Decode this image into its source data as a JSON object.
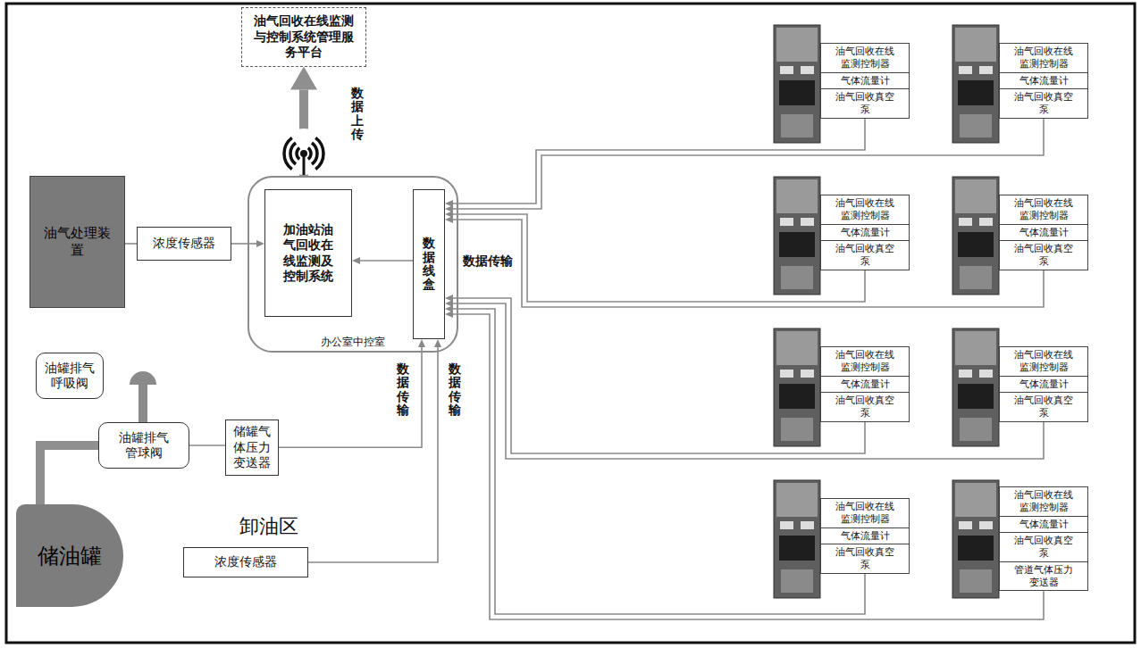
{
  "diagram": {
    "nodes": [
      {
        "text": [
          "油气回收在线监测与控制系统管理服务平台"
        ]
      },
      {
        "text": [
          "油气处理装置"
        ]
      },
      {
        "text": [
          "浓度传感器"
        ]
      },
      {
        "text": [
          "办公室中控室"
        ]
      },
      {
        "text": [
          "加油站油气回收在线监测及控制系统"
        ],
        "in": 3
      },
      {
        "text": [
          "数据线盒"
        ],
        "in": 3
      },
      {
        "text": [
          "油气回收在线监测控制器",
          "气体流量计",
          "油气回收真空泵"
        ]
      },
      {
        "text": [
          "油气回收在线监测控制器",
          "气体流量计",
          "油气回收真空泵"
        ]
      },
      {
        "text": [
          "油气回收在线监测控制器",
          "气体流量计",
          "油气回收真空泵"
        ]
      },
      {
        "text": [
          "油气回收在线监测控制器",
          "气体流量计",
          "油气回收真空泵"
        ]
      },
      {
        "text": [
          "油气回收在线监测控制器",
          "气体流量计",
          "油气回收真空泵"
        ]
      },
      {
        "text": [
          "油气回收在线监测控制器",
          "气体流量计",
          "油气回收真空泵"
        ]
      },
      {
        "text": [
          "油气回收在线监测控制器",
          "气体流量计",
          "油气回收真空泵"
        ]
      },
      {
        "text": [
          "油气回收在线监测控制器",
          "气体流量计",
          "油气回收真空泵",
          "管道气体压力变送器"
        ]
      },
      {
        "text": [
          "油罐排气呼吸阀"
        ]
      },
      {
        "text": [
          "油罐排气管球阀"
        ]
      },
      {
        "text": [
          "储罐气体压力变送器"
        ]
      },
      {
        "text": [
          "储油罐"
        ]
      },
      {
        "text": [
          "卸油区",
          "浓度传感器"
        ]
      }
    ],
    "edges": [
      {
        "from": 3,
        "to": 0,
        "arrow": "to",
        "label": "数据上传"
      },
      {
        "from": 1,
        "to": 2,
        "arrow": "none"
      },
      {
        "from": 2,
        "to": 4,
        "arrow": "to"
      },
      {
        "from": 5,
        "to": 4,
        "arrow": "to"
      },
      {
        "from": 6,
        "to": 5,
        "arrow": "to"
      },
      {
        "from": 7,
        "to": 5,
        "arrow": "to"
      },
      {
        "from": 8,
        "to": 5,
        "arrow": "to"
      },
      {
        "from": 9,
        "to": 5,
        "arrow": "to"
      },
      {
        "from": 10,
        "to": 5,
        "arrow": "to"
      },
      {
        "from": 11,
        "to": 5,
        "arrow": "to"
      },
      {
        "from": 12,
        "to": 5,
        "arrow": "to"
      },
      {
        "from": 13,
        "to": 5,
        "arrow": "to"
      },
      {
        "from": 16,
        "to": 5,
        "arrow": "to",
        "label": "数据传输"
      },
      {
        "from": 18,
        "to": 5,
        "arrow": "to",
        "label": "数据传输"
      },
      {
        "from": 17,
        "to": 15,
        "arrow": "none"
      },
      {
        "from": 15,
        "to": 16,
        "arrow": "none"
      }
    ],
    "labels": [
      "数据传输"
    ]
  }
}
